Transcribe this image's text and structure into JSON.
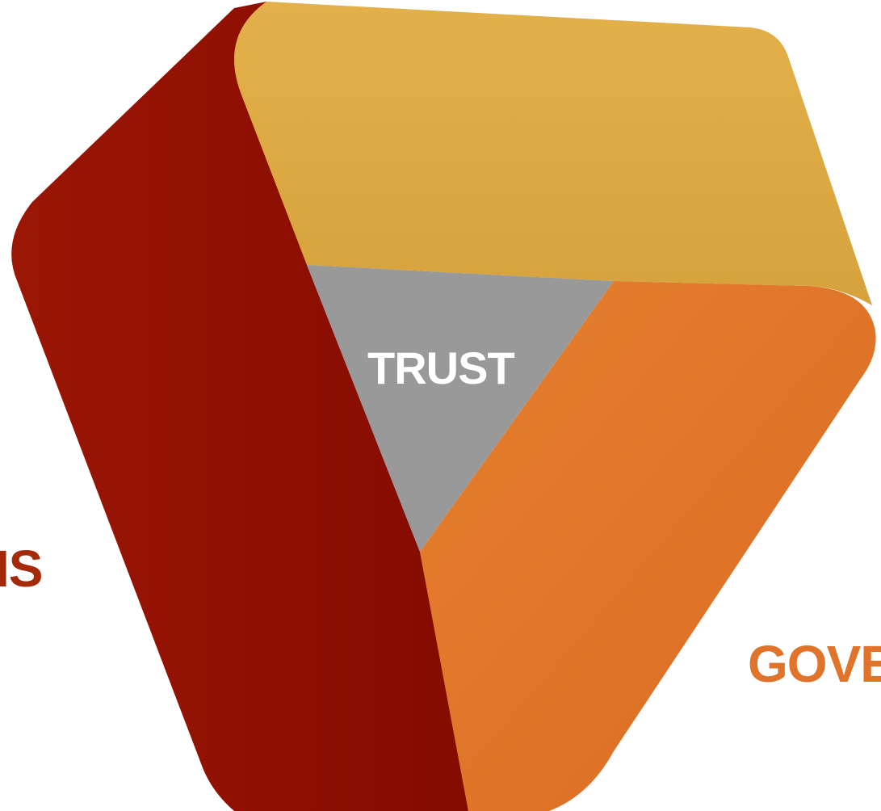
{
  "labels": {
    "center": "TRUST",
    "left": "IS",
    "right": "GOVE"
  },
  "colors": {
    "top_panel": "#D9A63E",
    "right_panel": "#E0742A",
    "left_panel": "#8F0F00",
    "center_triangle": "#999999",
    "center_text": "#FFFFFF",
    "left_text": "#A52A0A",
    "right_text": "#E0742A"
  }
}
